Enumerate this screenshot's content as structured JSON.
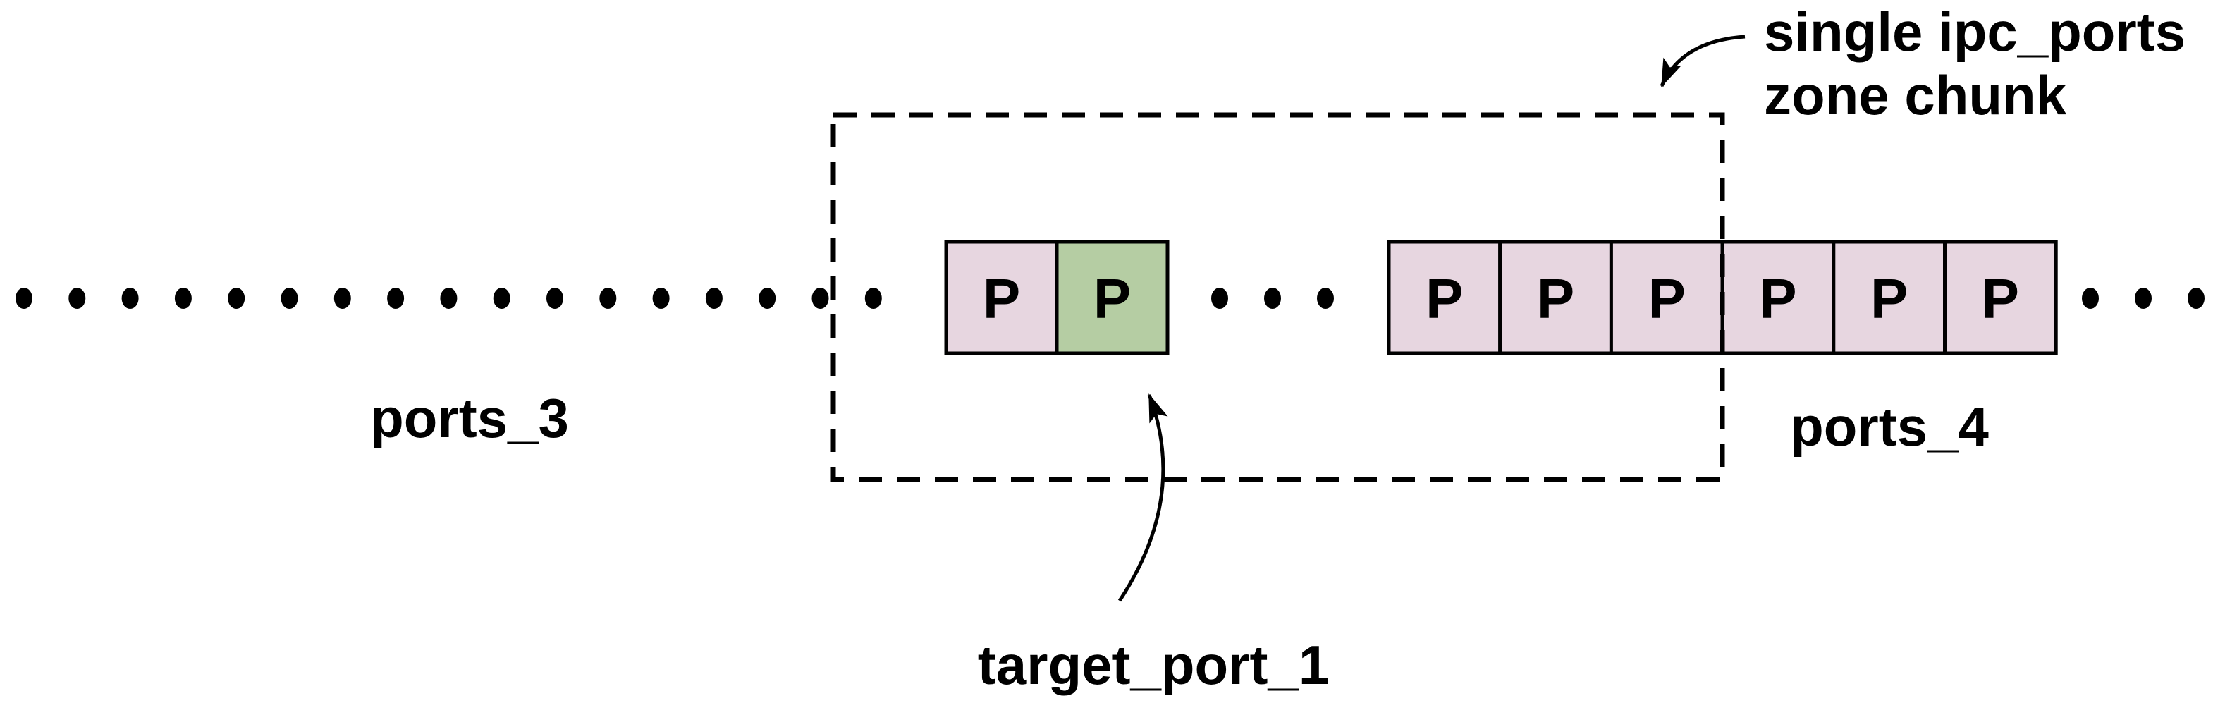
{
  "diagram": {
    "labels": {
      "ports_3": "ports_3",
      "ports_4": "ports_4"
    },
    "annotations": {
      "zone_chunk": {
        "line1": "single ipc_ports",
        "line2": "zone chunk"
      },
      "target_port": "target_port_1"
    },
    "chunks": {
      "left": {
        "cells": [
          {
            "label": "P",
            "state": "normal"
          },
          {
            "label": "P",
            "state": "target"
          }
        ]
      },
      "right": {
        "cells": [
          {
            "label": "P",
            "state": "normal"
          },
          {
            "label": "P",
            "state": "normal"
          },
          {
            "label": "P",
            "state": "normal"
          },
          {
            "label": "P",
            "state": "normal"
          },
          {
            "label": "P",
            "state": "normal"
          },
          {
            "label": "P",
            "state": "normal"
          }
        ]
      }
    },
    "ellipses": {
      "left_count": 17,
      "middle_count": 3,
      "right_count": 3
    },
    "colors": {
      "port_cell_fill": "#e7d6e0",
      "target_cell_fill": "#b5cda3",
      "line": "#000000",
      "background": "#ffffff"
    }
  }
}
